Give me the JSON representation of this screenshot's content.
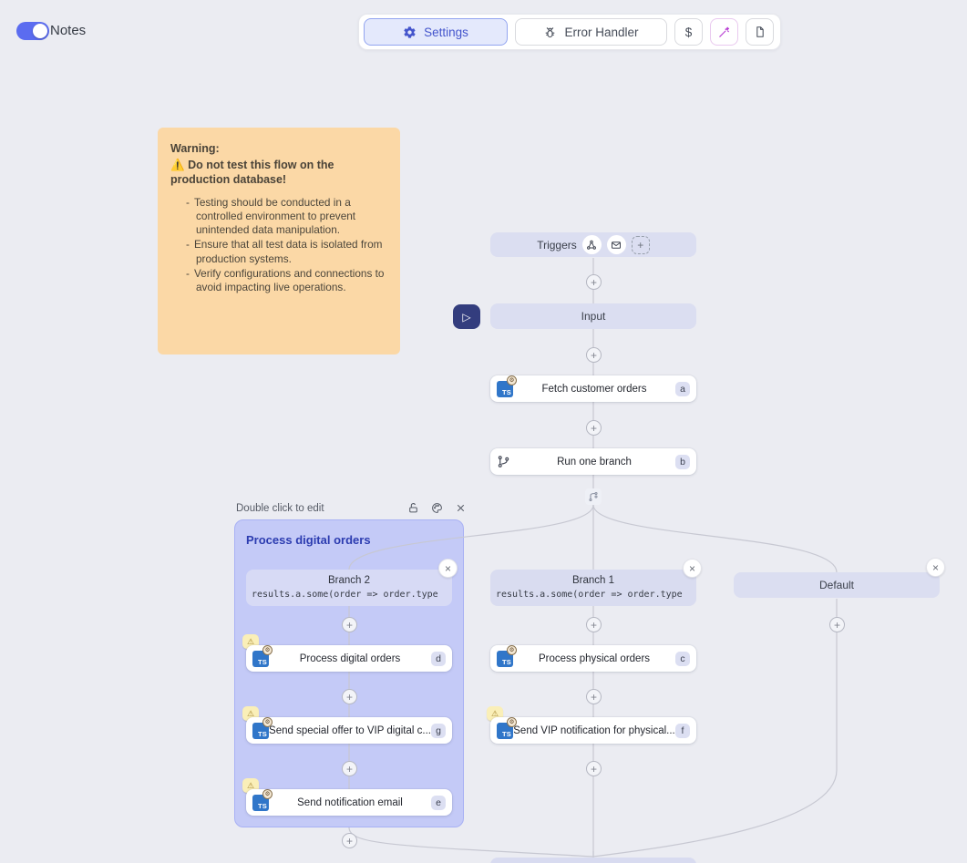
{
  "header": {
    "notes_toggle": {
      "label": "Notes",
      "state": "on"
    },
    "toolbar": {
      "settings": "Settings",
      "error_handler": "Error Handler",
      "dollar": "$"
    }
  },
  "note": {
    "title": "Warning:",
    "warning_emoji": "⚠️",
    "alert": "Do not test this flow on the production database!",
    "bullets": [
      "Testing should be conducted in a controlled environment to prevent unintended data manipulation.",
      "Ensure that all test data is isolated from production systems.",
      "Verify configurations and connections to avoid impacting live operations."
    ]
  },
  "flow": {
    "triggers": {
      "label": "Triggers"
    },
    "input": {
      "label": "Input"
    },
    "fetch_orders": {
      "label": "Fetch customer orders",
      "badge": "a"
    },
    "run_one_branch": {
      "label": "Run one branch",
      "badge": "b"
    },
    "group": {
      "hint": "Double click to edit",
      "title": "Process digital orders"
    },
    "branch2": {
      "label": "Branch 2",
      "condition": "results.a.some(order => order.type"
    },
    "branch1": {
      "label": "Branch 1",
      "condition": "results.a.some(order => order.type"
    },
    "default_branch": {
      "label": "Default"
    },
    "process_digital": {
      "label": "Process digital orders",
      "badge": "d",
      "warning": true
    },
    "send_special_offer": {
      "label": "Send special offer to VIP digital c...",
      "badge": "g",
      "warning": true
    },
    "send_notification_email": {
      "label": "Send notification email",
      "badge": "e",
      "warning": true
    },
    "process_physical": {
      "label": "Process physical orders",
      "badge": "c",
      "warning": false
    },
    "send_vip_notification": {
      "label": "Send VIP notification for physical...",
      "badge": "f",
      "warning": true
    },
    "node_icon": "TS"
  },
  "icons": {
    "plus": "+",
    "close": "×",
    "play": "▷",
    "warning": "⚠"
  },
  "colors": {
    "accent": "#4455cc",
    "toggle": "#5b6cf0",
    "note_bg": "#fbd8a6",
    "group_bg": "#c4caf7",
    "node_lavender": "#dbdef1",
    "play_button": "#333d7e",
    "wand": "#b83fd3",
    "warning_badge_bg": "#faefb8",
    "ts_icon": "#3076c9"
  }
}
